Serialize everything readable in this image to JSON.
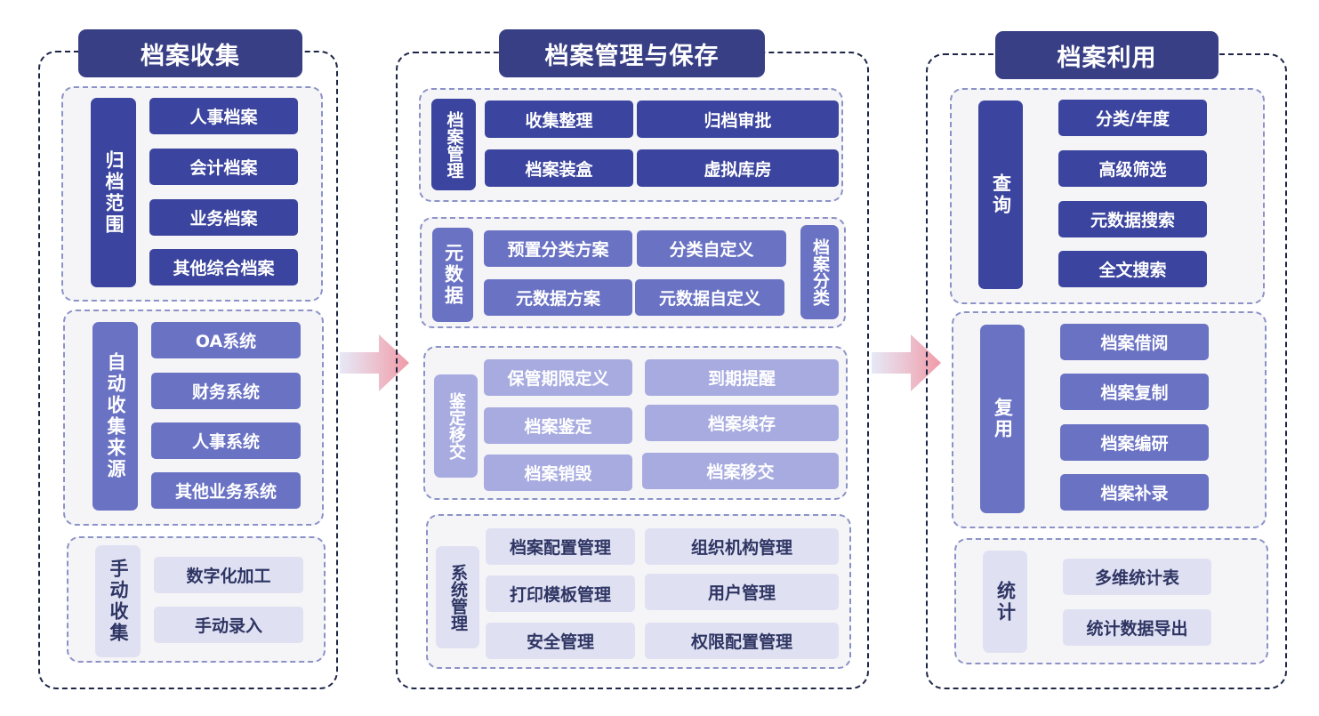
{
  "collect": {
    "title": "档案收集",
    "scope": {
      "label": "归档范围",
      "items": [
        "人事档案",
        "会计档案",
        "业务档案",
        "其他综合档案"
      ]
    },
    "auto": {
      "label": "自动收集来源",
      "items": [
        "OA系统",
        "财务系统",
        "人事系统",
        "其他业务系统"
      ]
    },
    "manual": {
      "label": "手动收集",
      "items": [
        "数字化加工",
        "手动录入"
      ]
    }
  },
  "manage": {
    "title": "档案管理与保存",
    "archive": {
      "label": "档案管理",
      "items": [
        "收集整理",
        "归档审批",
        "档案装盒",
        "虚拟库房"
      ]
    },
    "meta": {
      "label": "元数据",
      "side_label": "档案分类",
      "items": [
        "预置分类方案",
        "分类自定义",
        "元数据方案",
        "元数据自定义"
      ]
    },
    "appraisal": {
      "label": "鉴定移交",
      "items": [
        "保管期限定义",
        "到期提醒",
        "档案鉴定",
        "档案续存",
        "档案销毁",
        "档案移交"
      ]
    },
    "system": {
      "label": "系统管理",
      "items": [
        "档案配置管理",
        "组织机构管理",
        "打印模板管理",
        "用户管理",
        "安全管理",
        "权限配置管理"
      ]
    }
  },
  "use": {
    "title": "档案利用",
    "query": {
      "label": "查询",
      "items": [
        "分类/年度",
        "高级筛选",
        "元数据搜索",
        "全文搜索"
      ]
    },
    "reuse": {
      "label": "复用",
      "items": [
        "档案借阅",
        "档案复制",
        "档案编研",
        "档案补录"
      ]
    },
    "stats": {
      "label": "统计",
      "items": [
        "多维统计表",
        "统计数据导出"
      ]
    }
  },
  "colors": {
    "dark": "#3b449e",
    "medium": "#6a72c4",
    "light": "#a7abe0",
    "pale": "#dfe1f3",
    "arrow": "#f19aa6",
    "title_bg": "#383f85"
  }
}
